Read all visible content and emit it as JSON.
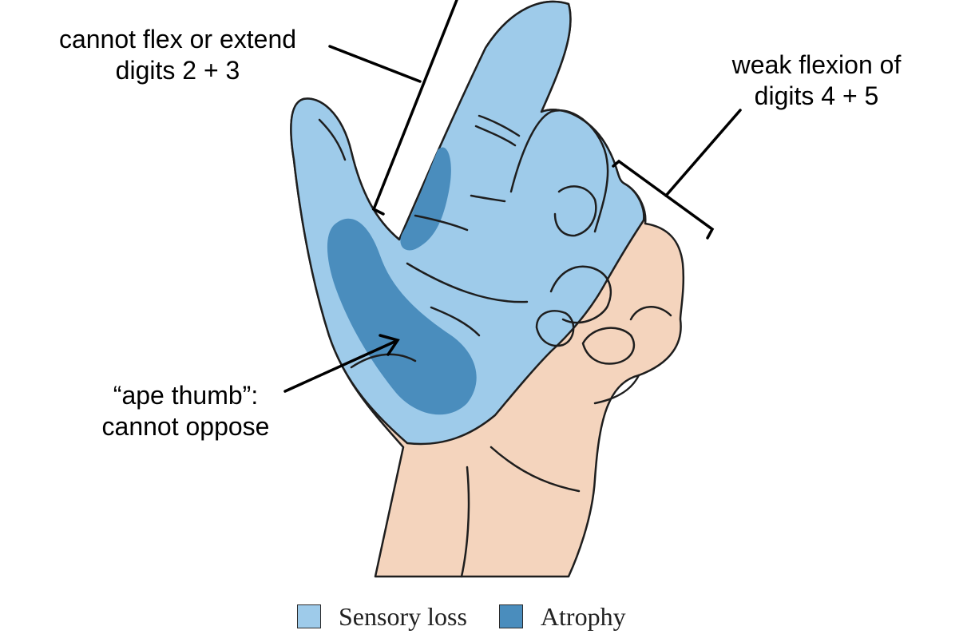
{
  "annotations": {
    "flex_extend": {
      "line1": "cannot flex or extend",
      "line2": "digits 2 + 3"
    },
    "weak_flexion": {
      "line1": "weak flexion of",
      "line2": "digits 4 + 5"
    },
    "ape_thumb": {
      "line1": "“ape thumb”:",
      "line2": "cannot oppose"
    }
  },
  "legend": [
    {
      "label": "Sensory loss",
      "color": "#9ecbea"
    },
    {
      "label": "Atrophy",
      "color": "#4a8dbd"
    }
  ],
  "colors": {
    "skin": "#f4d4bd",
    "sensory_loss": "#9ecbea",
    "atrophy": "#4a8dbd",
    "outline": "#1e1e1e"
  }
}
